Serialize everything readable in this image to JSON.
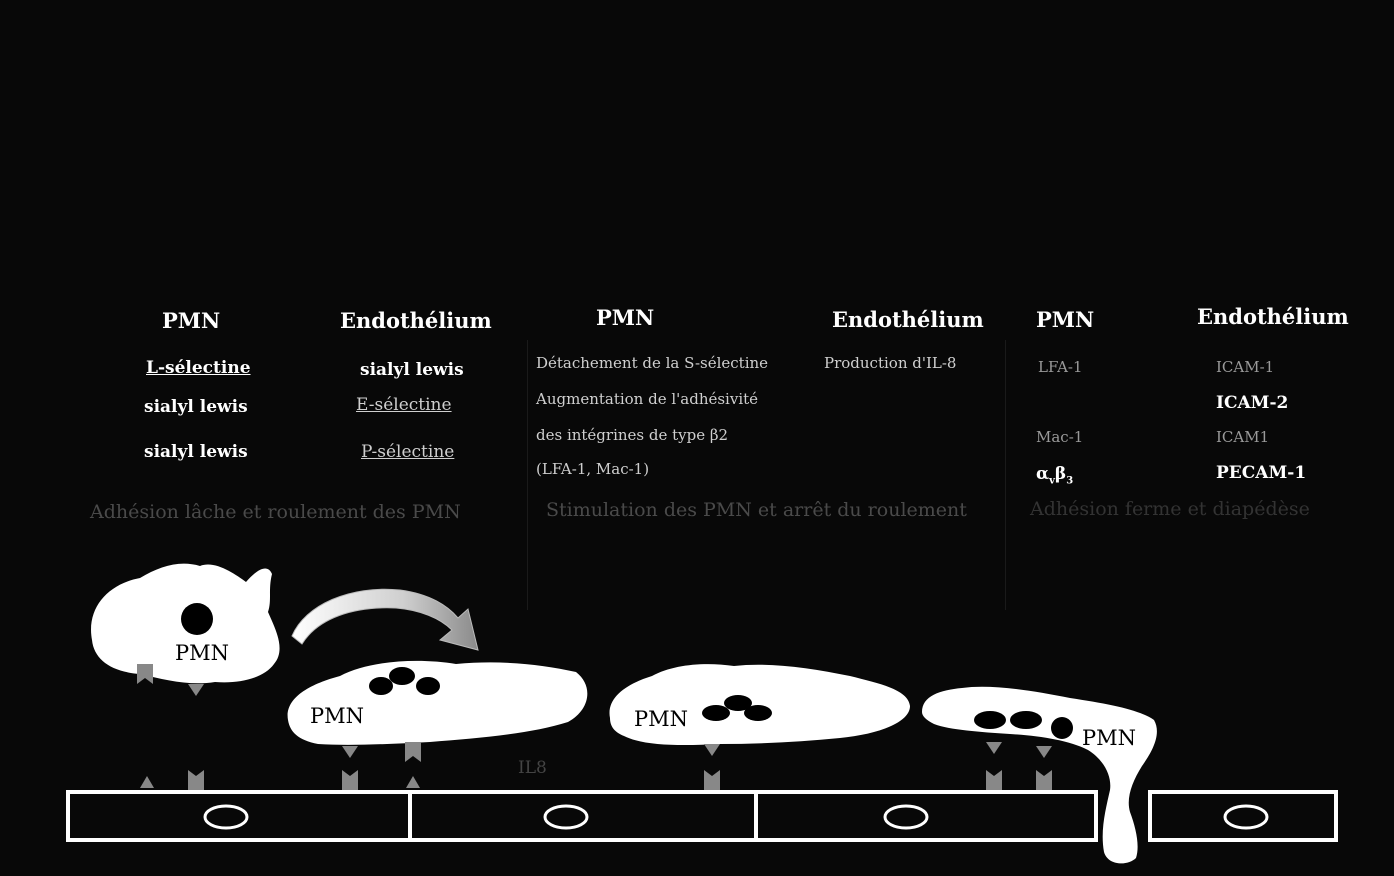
{
  "columns": [
    {
      "headers": [
        "PMN",
        "Endothélium"
      ],
      "rows": [
        [
          "L-sélectine",
          "sialyl lewis"
        ],
        [
          "sialyl lewis",
          "E-sélectine"
        ],
        [
          "sialyl lewis",
          "P-sélectine"
        ]
      ],
      "title": "Adhésion lâche et roulement des PMN"
    },
    {
      "headers": [
        "PMN",
        "Endothélium"
      ],
      "rows_pmn": [
        "Détachement de la S-sélectine",
        "Augmentation de l'adhésivité",
        "des intégrines de type β2",
        "(LFA-1, Mac-1)"
      ],
      "row_endo": "Production d'IL-8",
      "title": "Stimulation des PMN et arrêt du roulement"
    },
    {
      "headers": [
        "PMN",
        "Endothélium"
      ],
      "rows_pmn": [
        "LFA-1",
        "Mac-1",
        "α",
        "v",
        "β",
        "3"
      ],
      "rows_endo": [
        "ICAM-1",
        "ICAM-2",
        "ICAM1",
        "PECAM-1"
      ],
      "title": "Adhésion ferme et diapédèse"
    }
  ],
  "diagram": {
    "cell_label": "PMN",
    "cytokine_label": "IL8"
  }
}
